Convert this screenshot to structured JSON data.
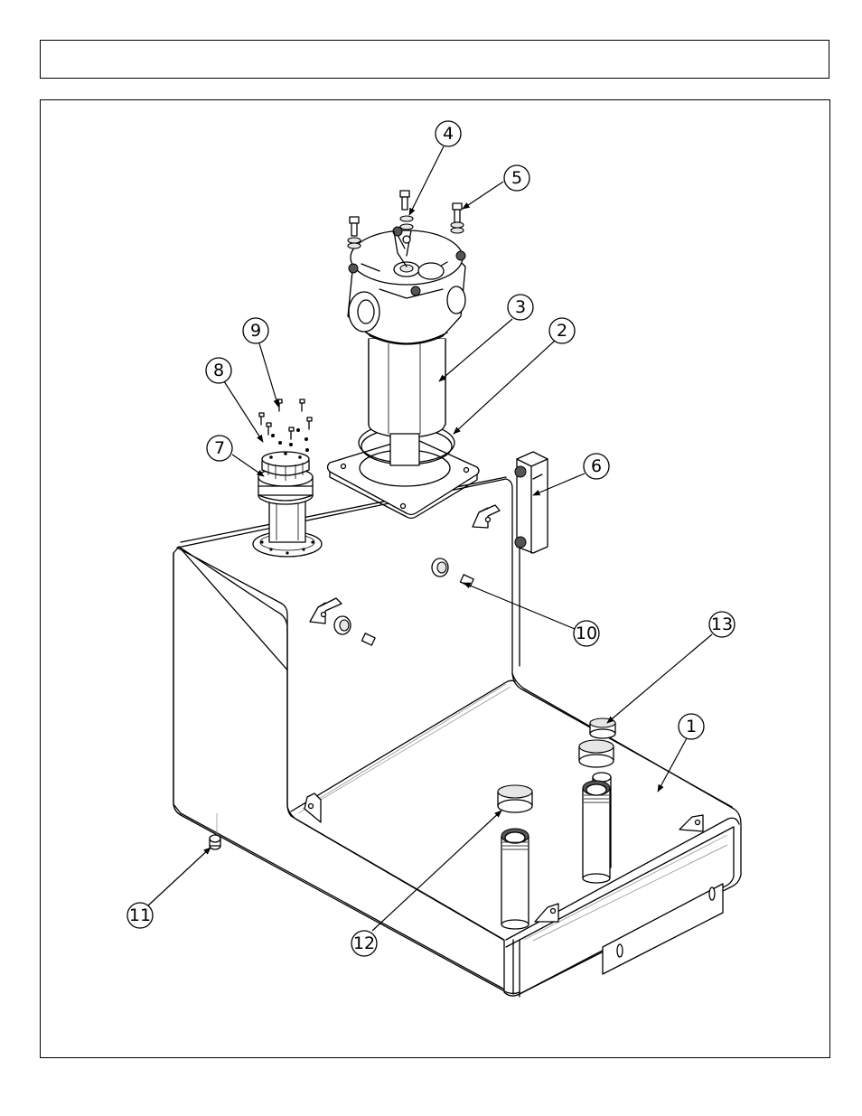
{
  "header": {
    "title": ""
  },
  "callouts": [
    {
      "label": "1"
    },
    {
      "label": "2"
    },
    {
      "label": "3"
    },
    {
      "label": "4"
    },
    {
      "label": "5"
    },
    {
      "label": "6"
    },
    {
      "label": "7"
    },
    {
      "label": "8"
    },
    {
      "label": "9"
    },
    {
      "label": "10"
    },
    {
      "label": "11"
    },
    {
      "label": "12"
    },
    {
      "label": "13"
    }
  ]
}
